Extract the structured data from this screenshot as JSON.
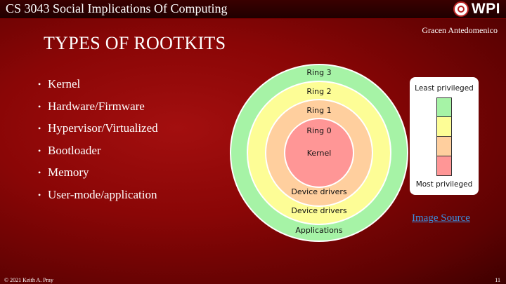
{
  "header": {
    "course_title": "CS 3043 Social Implications Of Computing",
    "logo_text": "WPI"
  },
  "author": "Gracen Antedomenico",
  "slide": {
    "title": "TYPES OF ROOTKITS",
    "bullets": [
      "Kernel",
      "Hardware/Firmware",
      "Hypervisor/Virtualized",
      "Bootloader",
      "Memory",
      "User-mode/application"
    ]
  },
  "diagram": {
    "rings": [
      {
        "label": "Ring 3",
        "bottom_label": "Applications",
        "color": "#a6f3a6"
      },
      {
        "label": "Ring 2",
        "bottom_label": "Device drivers",
        "color": "#fdfd96"
      },
      {
        "label": "Ring 1",
        "bottom_label": "Device drivers",
        "color": "#ffcf9e"
      },
      {
        "label": "Ring 0",
        "center_label": "Kernel",
        "color": "#ff9696"
      }
    ],
    "legend": {
      "top": "Least privileged",
      "bottom": "Most privileged",
      "colors": [
        "#a6f3a6",
        "#fdfd96",
        "#ffcf9e",
        "#ff9696"
      ]
    }
  },
  "image_source_link": "Image Source",
  "footer": {
    "copyright": "© 2021 Keith A. Pray",
    "page_number": "11"
  }
}
